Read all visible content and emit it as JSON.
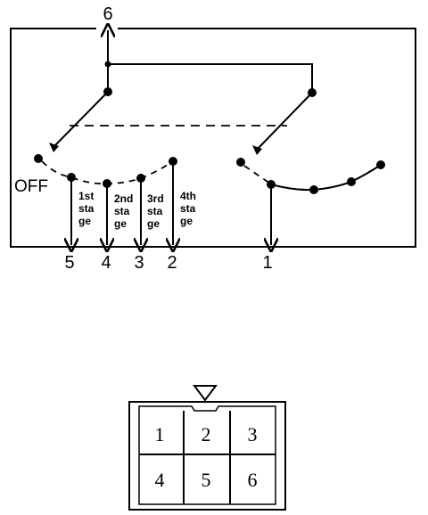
{
  "switch_diagram": {
    "off_label": "OFF",
    "top_terminal": "6",
    "bottom_terminals": [
      "5",
      "4",
      "3",
      "2",
      "1"
    ],
    "stages": [
      [
        "1st",
        "sta",
        "ge"
      ],
      [
        "2nd",
        "sta",
        "ge"
      ],
      [
        "3rd",
        "sta",
        "ge"
      ],
      [
        "4th",
        "sta",
        "ge"
      ]
    ]
  },
  "connector": {
    "cells": [
      "1",
      "2",
      "3",
      "4",
      "5",
      "6"
    ]
  }
}
